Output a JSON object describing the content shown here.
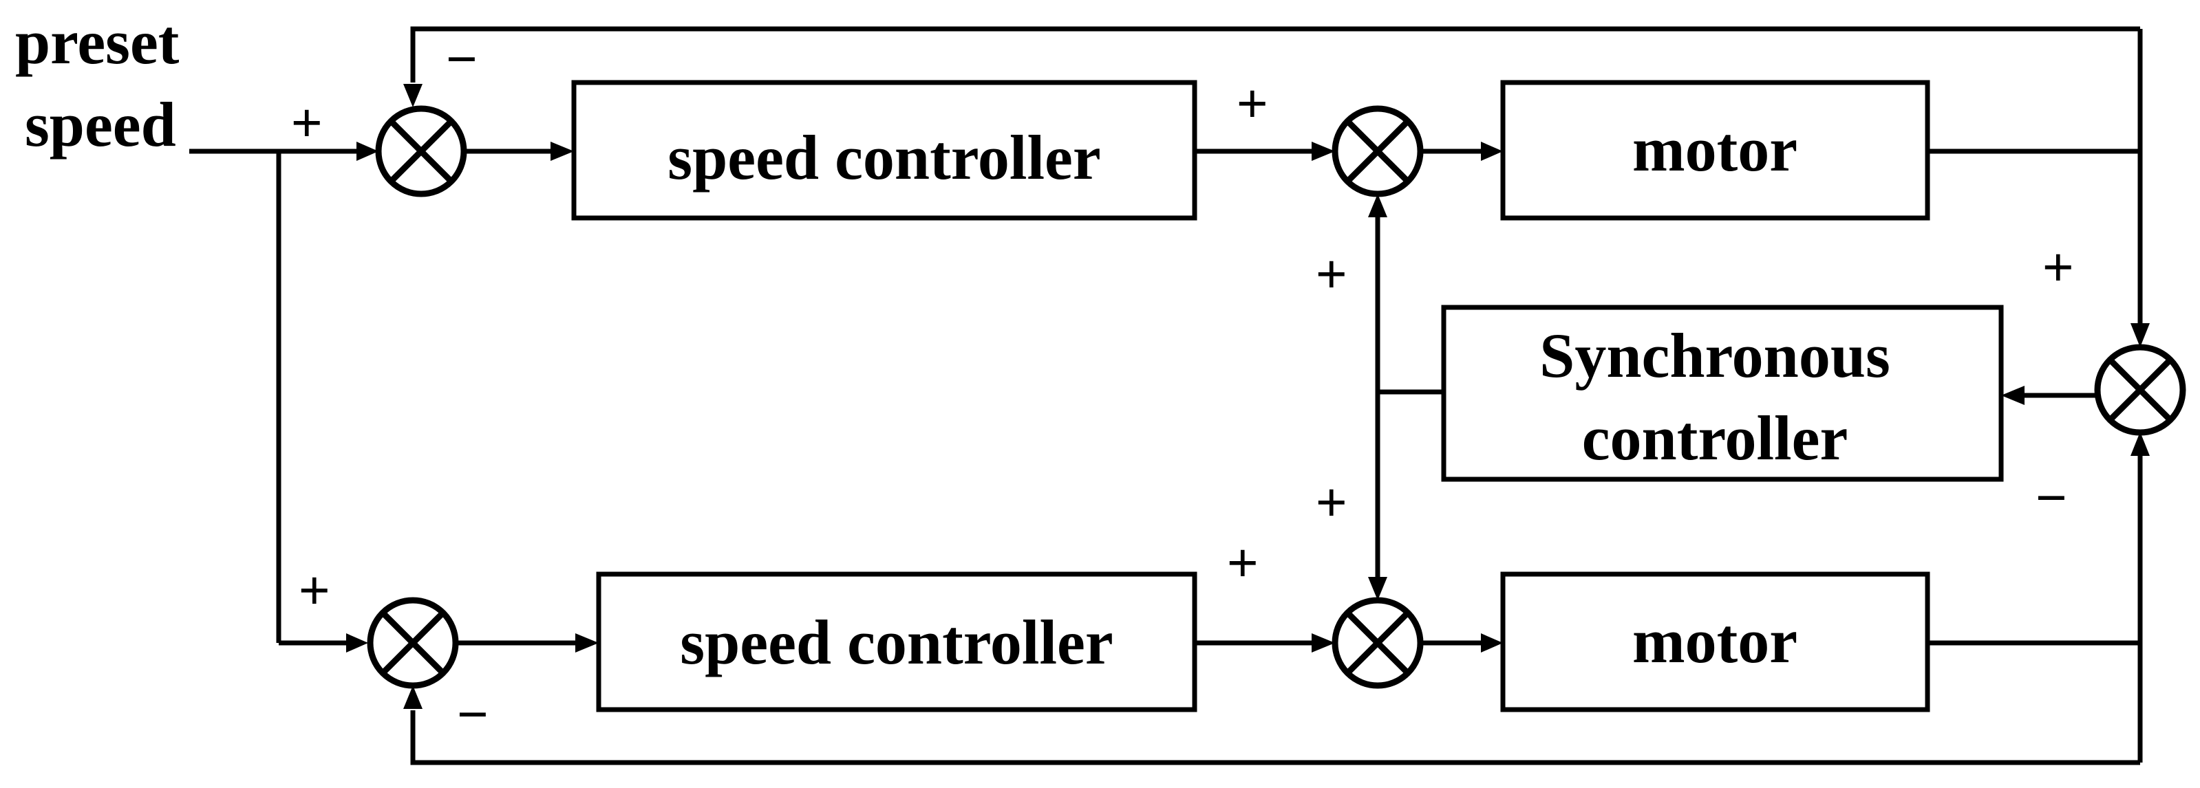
{
  "input": {
    "line1": "preset",
    "line2": "speed"
  },
  "blocks": {
    "speed_controller_top": "speed controller",
    "speed_controller_bottom": "speed controller",
    "motor_top": "motor",
    "motor_bottom": "motor",
    "sync_controller_line1": "Synchronous",
    "sync_controller_line2": "controller"
  },
  "signs": {
    "sum1_input": "+",
    "sum1_feedback": "−",
    "sum2_input": "+",
    "sum2_feedback": "−",
    "sum3_input": "+",
    "sum3_sync": "+",
    "sum4_input": "+",
    "sum4_sync": "+",
    "sum5_top": "+",
    "sum5_bottom": "−"
  },
  "colors": {
    "stroke": "#000000",
    "background": "#ffffff"
  }
}
